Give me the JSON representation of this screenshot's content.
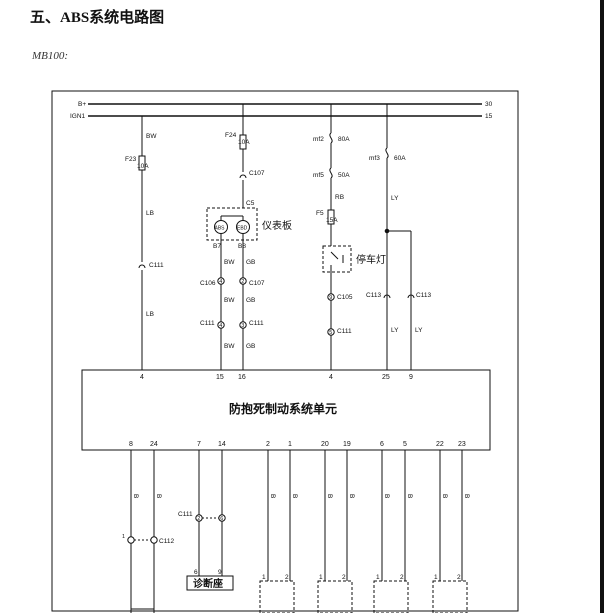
{
  "title": "五、ABS系统电路图",
  "subtitle": "MB100:",
  "rails": {
    "bplus": {
      "label": "B+",
      "end_num": "30"
    },
    "ign1": {
      "label": "IGN1",
      "end_num": "15"
    }
  },
  "unit_name": "防抱死制动系统单元",
  "instrument_cluster": "仪表板",
  "parking_lamp": "停车灯",
  "diag_socket": "诊断座",
  "warning_lamps": {
    "abs": "ABS",
    "ebd": "EBD"
  },
  "col1": {
    "wire1": "BW",
    "fuse": "F23",
    "fuse_amp": "10A",
    "wire2": "LB",
    "conn1": "C111",
    "wire3": "LB"
  },
  "col2": {
    "fuse": "F24",
    "fuse_amp": "10A",
    "conn1": "C107",
    "conn_cluster": "C5",
    "pin_abs": "B7",
    "pin_ebd": "B8",
    "wire_a": "BW",
    "wire_b": "GB",
    "conn_c106": "C106",
    "conn_c107": "C107",
    "pin_c106": "4",
    "pin_c107": "2",
    "wire_a2": "BW",
    "wire_b2": "GB",
    "conn_c111a": "C111",
    "conn_c111b": "C111",
    "pin_c111a": "4",
    "pin_c111b": "3",
    "wire_a3": "BW",
    "wire_b3": "GB"
  },
  "col3": {
    "mf2": "mf2",
    "mf2_amp": "80A",
    "mf5": "mf5",
    "mf5_amp": "50A",
    "wire1": "RB",
    "fuse": "F5",
    "fuse_amp": "15A",
    "conn_c105": "C105",
    "pin_c105": "9",
    "conn_c111": "C111",
    "pin_c111": "5"
  },
  "col4": {
    "mf3": "mf3",
    "mf3_amp": "60A",
    "wire1": "LY",
    "conn_a": "C113",
    "conn_b": "C113",
    "wire_a": "LY",
    "wire_b": "LY"
  },
  "unit_top_pins": [
    "4",
    "15",
    "16",
    "4",
    "25",
    "9"
  ],
  "unit_bottom_pins": [
    "8",
    "24",
    "7",
    "14",
    "2",
    "1",
    "20",
    "19",
    "6",
    "5",
    "22",
    "23"
  ],
  "bottom": {
    "wire_code": "B",
    "conn_c111": "C111",
    "pin_c111a": "2",
    "pin_c111b": "6",
    "conn_c112": "C112",
    "pin_c112a": "1",
    "diag_pins": [
      "6",
      "9"
    ],
    "sensor_pins": [
      "1",
      "2"
    ]
  }
}
